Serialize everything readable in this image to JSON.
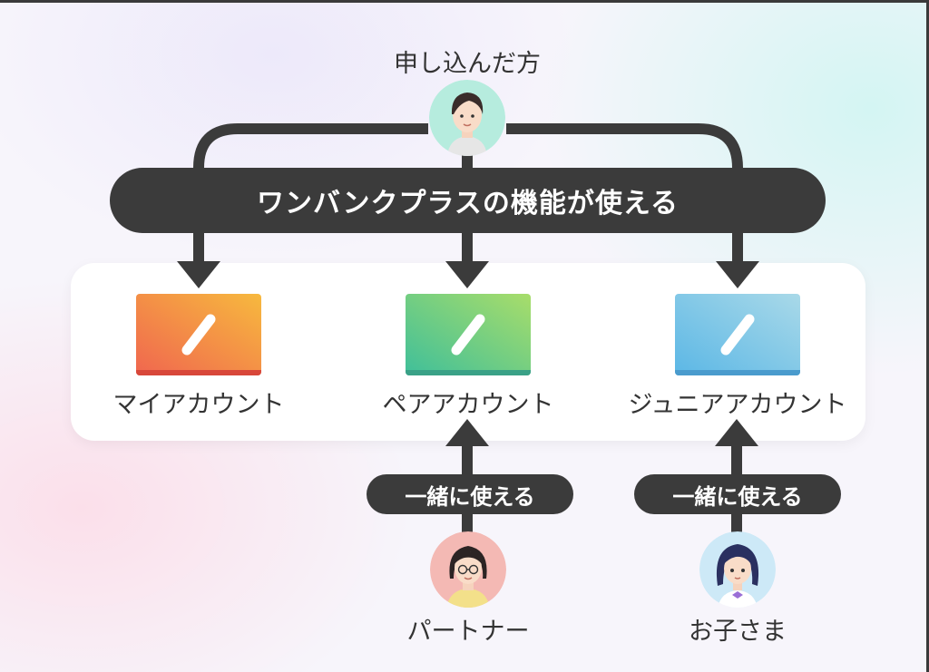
{
  "applicant": {
    "label": "申し込んだ方",
    "avatar_icon": "applicant-avatar-icon"
  },
  "banner": {
    "text": "ワンバンクプラスの機能が使える"
  },
  "accounts": [
    {
      "label": "マイアカウント",
      "color_from": "#f0664f",
      "color_to": "#f7b93e",
      "bar_color": "#d8473a",
      "icon": "pen-icon"
    },
    {
      "label": "ペアアカウント",
      "color_from": "#3fbf9a",
      "color_to": "#a8dd6a",
      "bar_color": "#3aa187",
      "icon": "pen-icon"
    },
    {
      "label": "ジュニアアカウント",
      "color_from": "#5bb7e6",
      "color_to": "#a9d9e8",
      "bar_color": "#4a9bcd",
      "icon": "pen-icon"
    }
  ],
  "shared_use": {
    "partner_pill": "一緒に使える",
    "child_pill": "一緒に使える"
  },
  "partner": {
    "label": "パートナー",
    "avatar_icon": "partner-avatar-icon"
  },
  "child": {
    "label": "お子さま",
    "avatar_icon": "child-avatar-icon"
  }
}
